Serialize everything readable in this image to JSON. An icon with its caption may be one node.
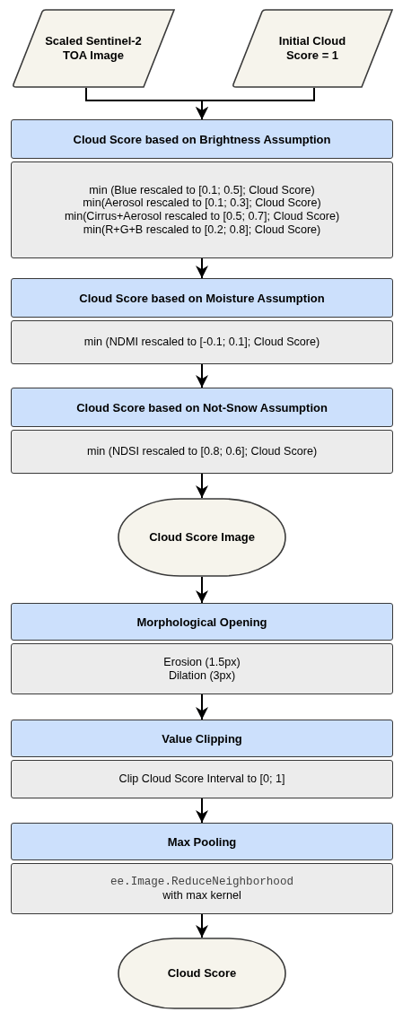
{
  "diagram": {
    "nodes": [
      {
        "text": [
          "Scaled Sentinel-2 TOA Image"
        ]
      },
      {
        "text": [
          "Initial Cloud Score = 1"
        ]
      },
      {
        "text": [
          "Cloud Score based on Brightness Assumption",
          "min (Blue rescaled to [0.1; 0.5]; Cloud Score)",
          "min(Aerosol rescaled to [0.1; 0.3]; Cloud Score)",
          "min(Cirrus+Aerosol rescaled to [0.5; 0.7]; Cloud Score)",
          "min(R+G+B rescaled to [0.2; 0.8]; Cloud Score)"
        ]
      },
      {
        "text": [
          "Cloud Score based on Moisture Assumption",
          "min (NDMI rescaled to [-0.1; 0.1]; Cloud Score)"
        ]
      },
      {
        "text": [
          "Cloud Score based on Not-Snow Assumption",
          "min (NDSI rescaled to [0.8; 0.6]; Cloud Score)"
        ]
      },
      {
        "text": [
          "Cloud Score Image"
        ]
      },
      {
        "text": [
          "Morphological Opening",
          "Erosion (1.5px)",
          "Dilation (3px)"
        ]
      },
      {
        "text": [
          "Value Clipping",
          "Clip Cloud Score Interval to [0; 1]"
        ]
      },
      {
        "text": [
          "Max Pooling",
          "ee.Image.ReduceNeighborhood",
          "with max kernel"
        ]
      },
      {
        "text": [
          "Cloud Score"
        ]
      }
    ],
    "edges": [
      {
        "from": 0,
        "to": 2,
        "arrow": "to"
      },
      {
        "from": 1,
        "to": 2,
        "arrow": "to"
      },
      {
        "from": 2,
        "to": 3,
        "arrow": "to"
      },
      {
        "from": 3,
        "to": 4,
        "arrow": "to"
      },
      {
        "from": 4,
        "to": 5,
        "arrow": "to"
      },
      {
        "from": 5,
        "to": 6,
        "arrow": "to"
      },
      {
        "from": 6,
        "to": 7,
        "arrow": "to"
      },
      {
        "from": 7,
        "to": 8,
        "arrow": "to"
      },
      {
        "from": 8,
        "to": 9,
        "arrow": "to"
      }
    ]
  }
}
